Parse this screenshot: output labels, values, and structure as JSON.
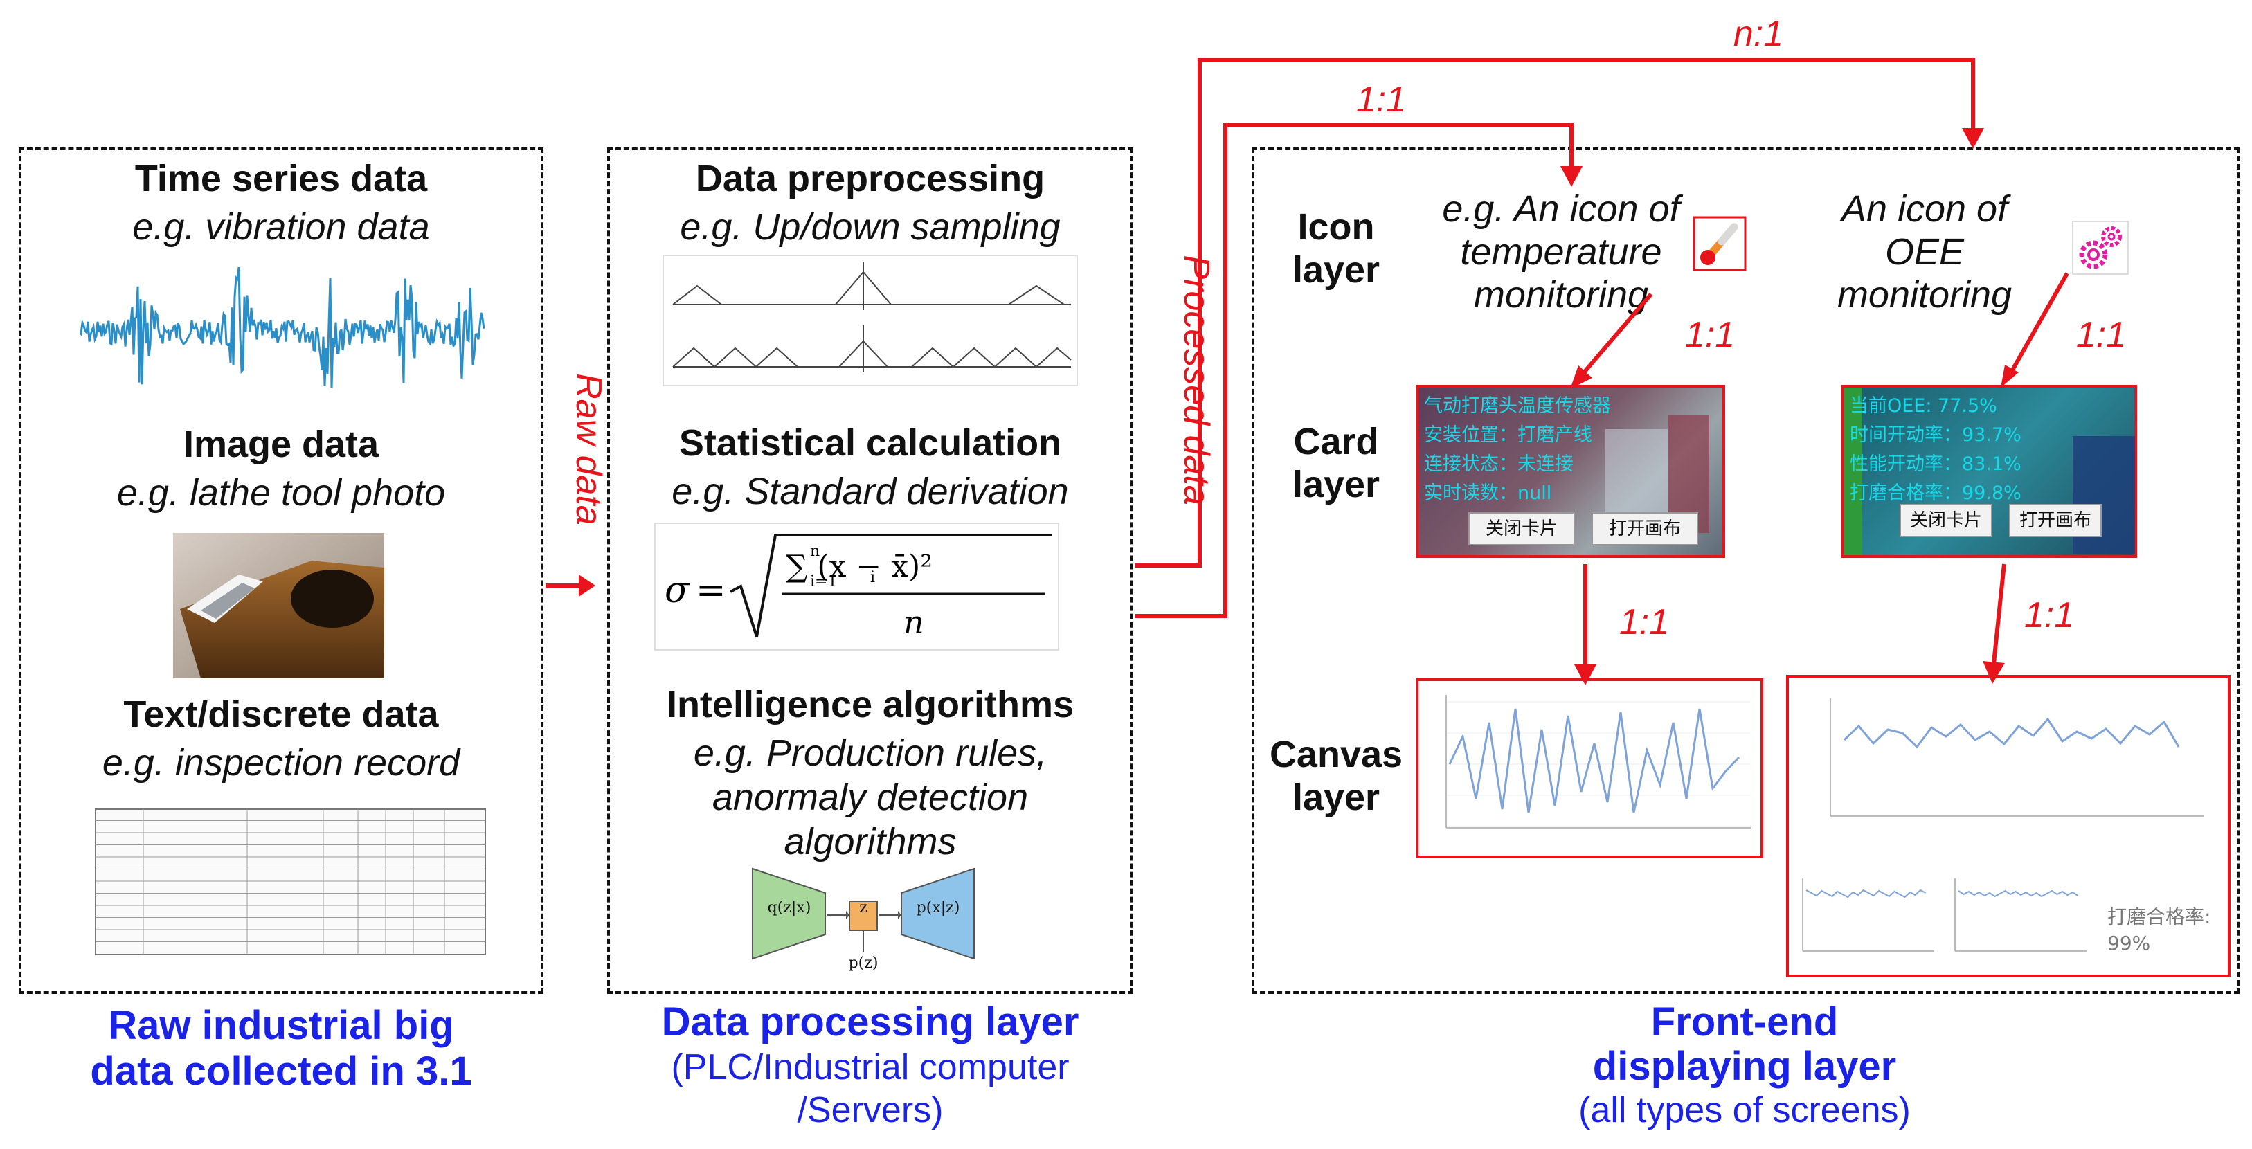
{
  "raw_section": {
    "time_title": "Time series data",
    "time_eg": "e.g. vibration data",
    "image_title": "Image data",
    "image_eg": "e.g. lathe tool photo",
    "text_title": "Text/discrete data",
    "text_eg": "e.g. inspection record",
    "caption_line1": "Raw industrial big",
    "caption_line2": "data collected in 3.1"
  },
  "processing_section": {
    "pre_title": "Data preprocessing",
    "pre_eg": "e.g. Up/down sampling",
    "stat_title": "Statistical calculation",
    "stat_eg": "e.g. Standard derivation",
    "alg_title": "Intelligence algorithms",
    "alg_eg1": "e.g. Production rules,",
    "alg_eg2": "anormaly detection",
    "alg_eg3": "algorithms",
    "vae_enc": "q(z|x)",
    "vae_z": "z",
    "vae_dec": "p(x|z)",
    "vae_prior": "p(z)",
    "caption_line1": "Data processing layer",
    "caption_line2": "(PLC/Industrial computer",
    "caption_line3": "/Servers)"
  },
  "flow_labels": {
    "raw_data": "Raw data",
    "processed_data": "Processed data",
    "n_to_1": "n:1",
    "one_to_one": "1:1"
  },
  "frontend_section": {
    "icon_layer": [
      "Icon",
      "layer"
    ],
    "card_layer": [
      "Card",
      "layer"
    ],
    "canvas_layer": [
      "Canvas",
      "layer"
    ],
    "temp_icon_text": [
      "e.g. An icon of",
      "temperature",
      "monitoring"
    ],
    "oee_icon_text": [
      "An icon of",
      "OEE",
      "monitoring"
    ],
    "temp_card": {
      "lines": [
        "气动打磨头温度传感器",
        "安装位置：打磨产线",
        "连接状态：未连接",
        "实时读数：null"
      ],
      "btn_close": "关闭卡片",
      "btn_open": "打开画布"
    },
    "oee_card": {
      "lines": [
        "当前OEE: 77.5%",
        "时间开动率：93.7%",
        "性能开动率：83.1%",
        "打磨合格率：99.8%"
      ],
      "btn_close": "关闭卡片",
      "btn_open": "打开画布"
    },
    "oee_canvas_note": [
      "打磨合格率:",
      "99%"
    ],
    "caption_line1": "Front-end",
    "caption_line2": "displaying layer",
    "caption_line3": "(all types of screens)"
  },
  "colors": {
    "arrow_red": "#e8141b",
    "caption_blue": "#1a22e6",
    "waveform_blue": "#2a8ec8",
    "canvas_line": "#7fa3d9"
  }
}
